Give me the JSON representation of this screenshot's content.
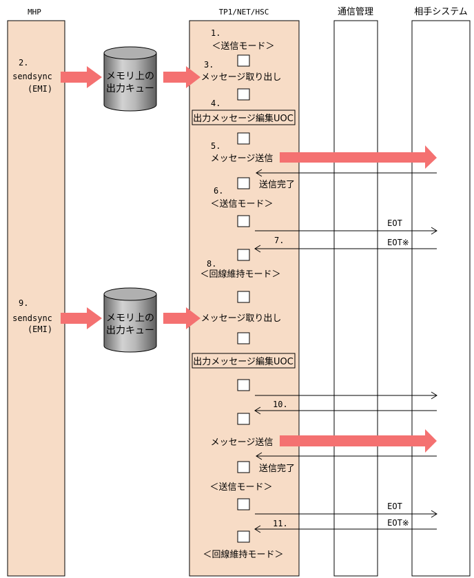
{
  "columns": {
    "mhp": "MHP",
    "tp1": "TP1/NET/HSC",
    "comm": "通信管理",
    "remote": "相手システム"
  },
  "mhp": {
    "step2": "2.",
    "step9": "9.",
    "call": "sendsync",
    "param": "(EMI)"
  },
  "queue": {
    "line1": "メモリ上の",
    "line2": "出力キュー"
  },
  "steps": {
    "s1": "1.",
    "send_mode": "＜送信モード＞",
    "s3": "3.",
    "take_out": "メッセージ取り出し",
    "s4": "4.",
    "uoc": "出力メッセージ編集UOC",
    "s5": "5.",
    "msg_send": "メッセージ送信",
    "send_done": "送信完了",
    "s6": "6.",
    "s7": "7.",
    "s8": "8.",
    "line_keep": "＜回線維持モード＞",
    "s10": "10.",
    "s11": "11."
  },
  "signals": {
    "eot": "EOT",
    "eot_star": "EOT※"
  },
  "colors": {
    "tp1_fill": "#f7dcc6",
    "arrow_fill": "#f47171",
    "cylinder_fill": "#9a9a9a"
  }
}
